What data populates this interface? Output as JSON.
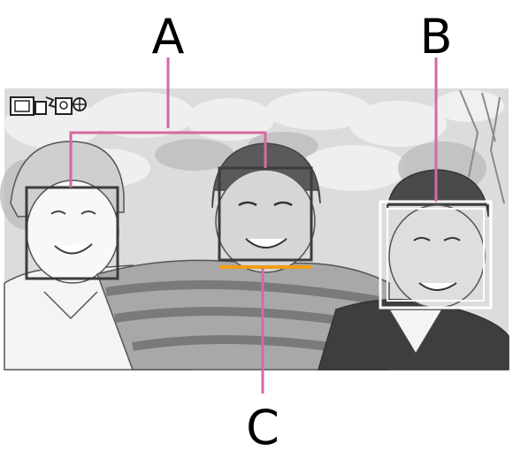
{
  "callouts": {
    "a": "A",
    "b": "B",
    "c": "C"
  },
  "status_icons": [
    "frame-icon",
    "camera-flash-icon",
    "face-detect-icon",
    "stabilizer-icon"
  ],
  "colors": {
    "callout_line": "#d46aa0",
    "detection_frame": "#3c3c3c",
    "priority_frame": "#ffffff",
    "face_marker": "#f39c12",
    "scene_light": "#e6e6e6",
    "scene_mid": "#b8b8b8",
    "scene_dark": "#4a4a4a"
  }
}
